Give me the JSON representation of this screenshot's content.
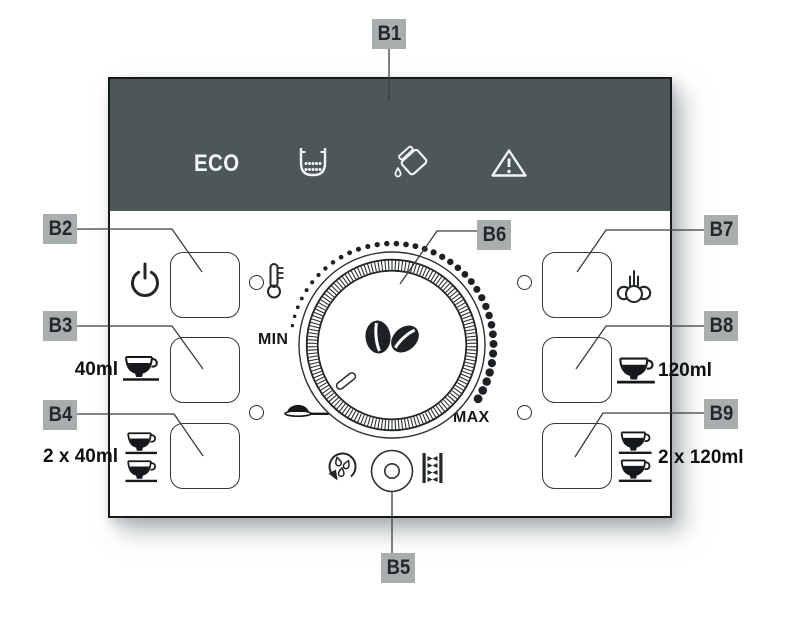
{
  "diagram": {
    "callouts": {
      "b1": "B1",
      "b2": "B2",
      "b3": "B3",
      "b4": "B4",
      "b5": "B5",
      "b6": "B6",
      "b7": "B7",
      "b8": "B8",
      "b9": "B9"
    }
  },
  "display": {
    "eco_label": "ECO",
    "status_icons": [
      "grounds-container-icon",
      "refill-water-icon",
      "warning-icon"
    ]
  },
  "dial": {
    "min_label": "MIN",
    "max_label": "MAX",
    "center_icon": "coffee-beans-icon"
  },
  "drinks": {
    "small_single_volume": "40ml",
    "small_double_volume": "2 x 40ml",
    "large_single_volume": "120ml",
    "large_double_volume": "2 x 120ml"
  },
  "indicator_icons": [
    "power-icon",
    "temperature-icon",
    "ground-coffee-spoon-icon",
    "steam-icon",
    "rinse-icon",
    "descale-icon"
  ],
  "colors": {
    "display_background": "#4d5659",
    "callout_background": "#a8aeae",
    "ink": "#22272a",
    "panel_background": "#ffffff"
  }
}
